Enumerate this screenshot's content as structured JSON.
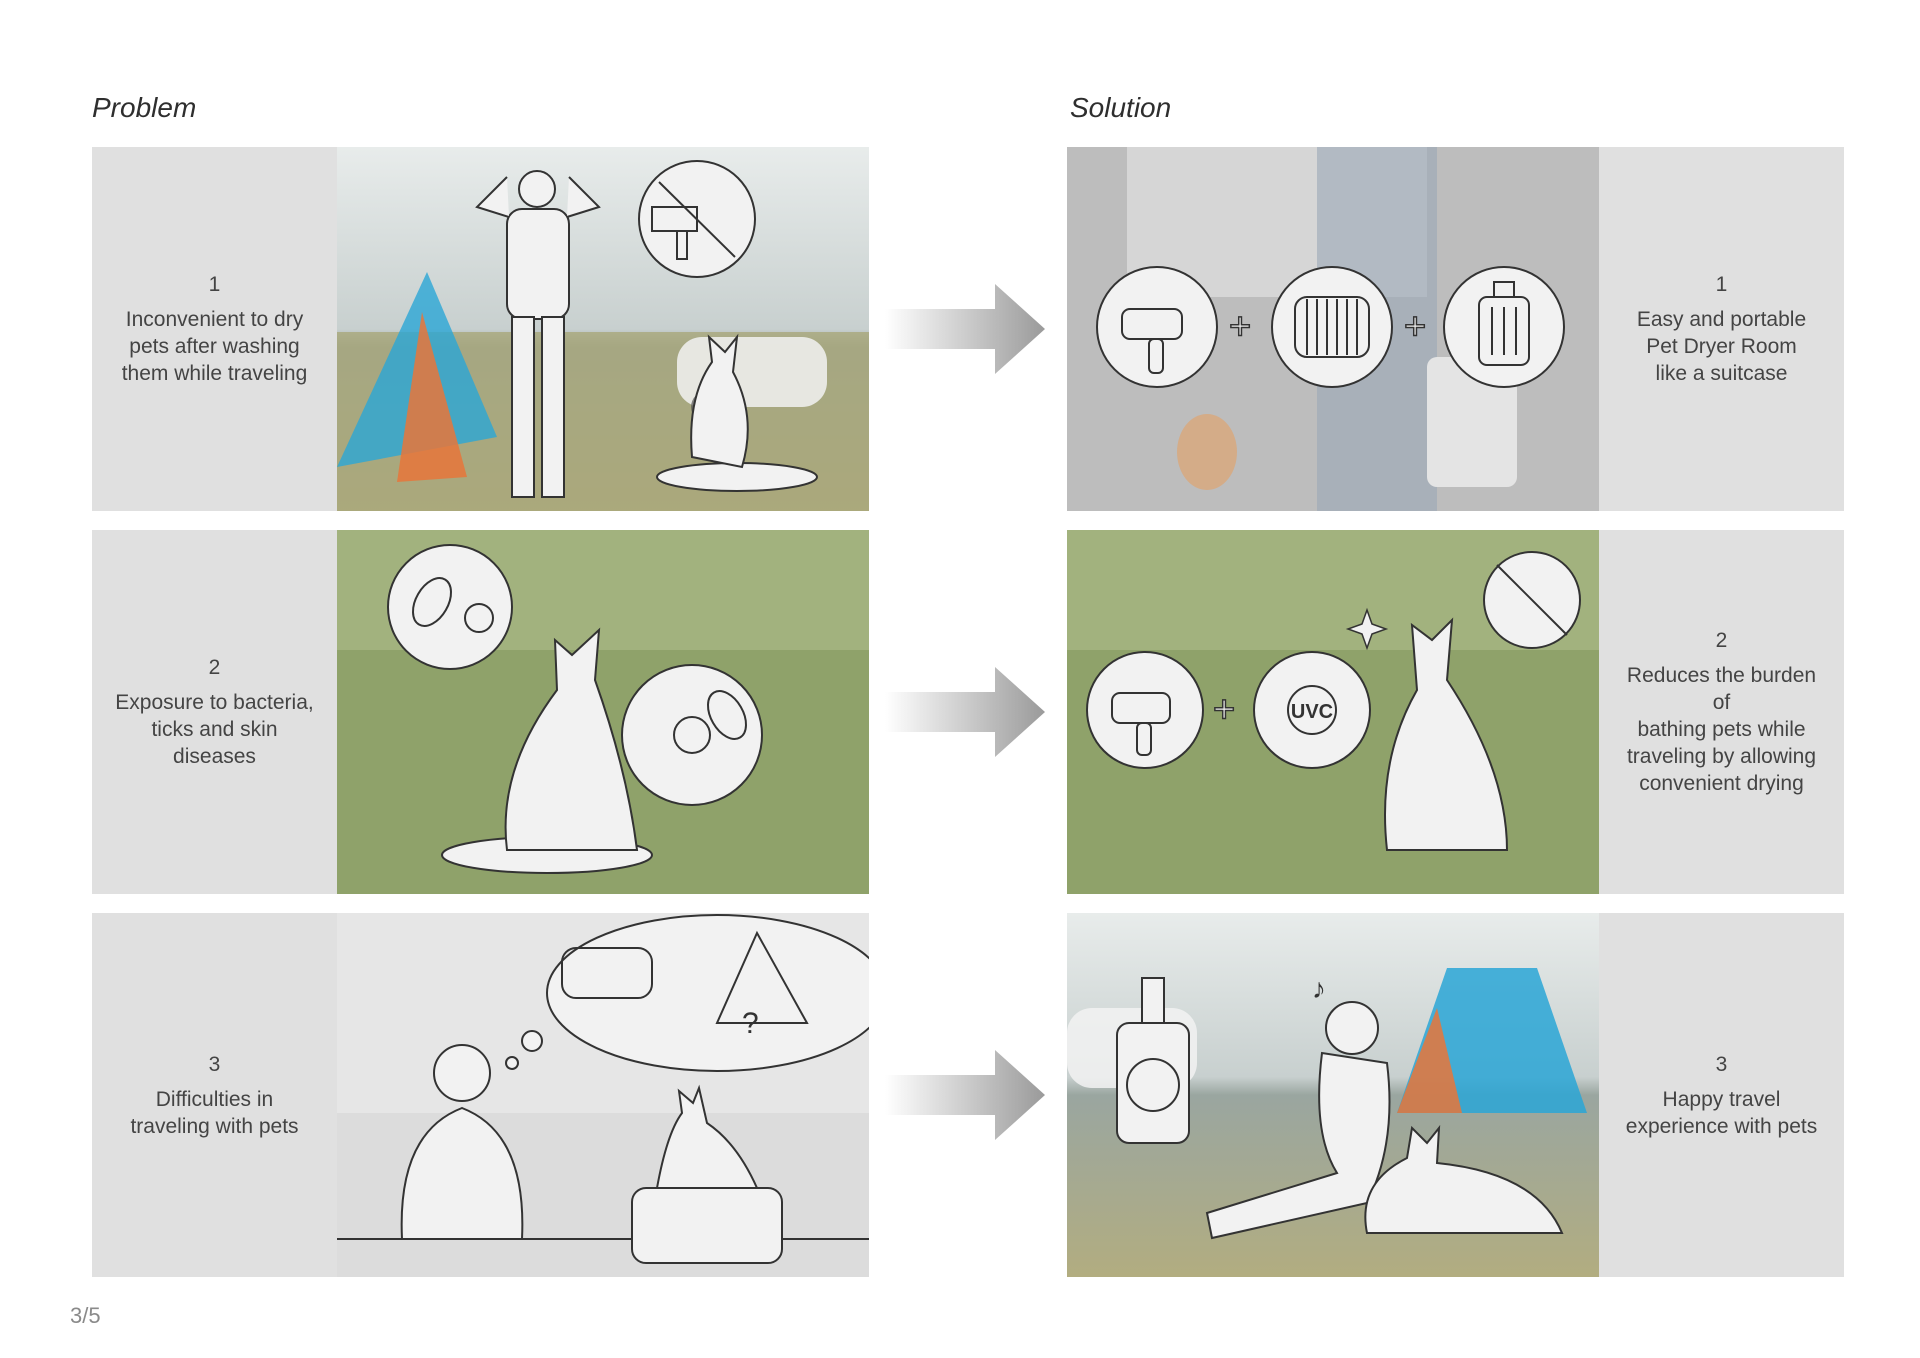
{
  "headings": {
    "problem": "Problem",
    "solution": "Solution"
  },
  "problems": [
    {
      "num": "1",
      "text": "Inconvenient to dry\npets after washing\nthem while traveling"
    },
    {
      "num": "2",
      "text": "Exposure to bacteria,\nticks and skin\ndiseases"
    },
    {
      "num": "3",
      "text": "Difficulties in\ntraveling with pets"
    }
  ],
  "solutions": [
    {
      "num": "1",
      "text": "Easy and portable\nPet Dryer Room\nlike a suitcase"
    },
    {
      "num": "2",
      "text": "Reduces the burden of\nbathing pets while\ntraveling by allowing\nconvenient drying"
    },
    {
      "num": "3",
      "text": "Happy travel\nexperience with pets"
    }
  ],
  "icons": {
    "uvc_label": "UVC",
    "question_mark": "?"
  },
  "page": "3/5",
  "colors": {
    "panel": "#e0e0e0",
    "tent_blue": "#2aa6d6",
    "tent_orange": "#e8763a",
    "grass": "#9aaa6a"
  }
}
